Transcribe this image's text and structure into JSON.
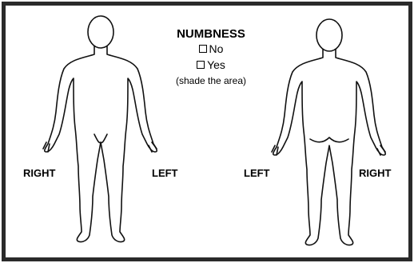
{
  "numbness": {
    "title": "NUMBNESS",
    "options": [
      {
        "label": "No",
        "checked": false
      },
      {
        "label": "Yes",
        "checked": false
      }
    ],
    "hint": "(shade the area)"
  },
  "side_labels": {
    "front_right": "RIGHT",
    "front_left": "LEFT",
    "back_left": "LEFT",
    "back_right": "RIGHT"
  }
}
